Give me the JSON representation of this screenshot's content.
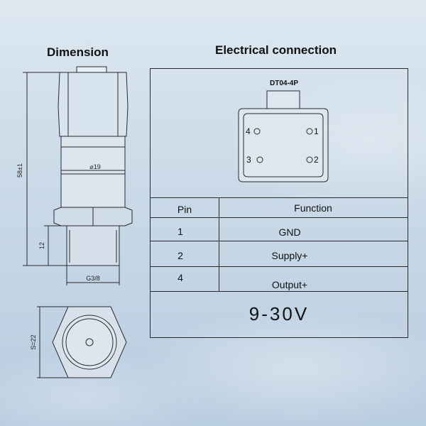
{
  "dimension": {
    "title": "Dimension",
    "height_label": "58±1",
    "diameter_label": "⌀19",
    "thread_height_label": "12",
    "thread_label": "G3/8",
    "hex_label": "S=22"
  },
  "electrical": {
    "title": "Electrical connection",
    "connector_name": "DT04-4P",
    "pins_on_connector": [
      "4",
      "1",
      "3",
      "2"
    ],
    "table": {
      "header_pin": "Pin",
      "header_function": "Function",
      "rows": [
        {
          "pin": "1",
          "function": "GND"
        },
        {
          "pin": "2",
          "function": "Supply+"
        },
        {
          "pin": "4",
          "function": "Output+"
        }
      ]
    },
    "voltage": "9-30V"
  }
}
